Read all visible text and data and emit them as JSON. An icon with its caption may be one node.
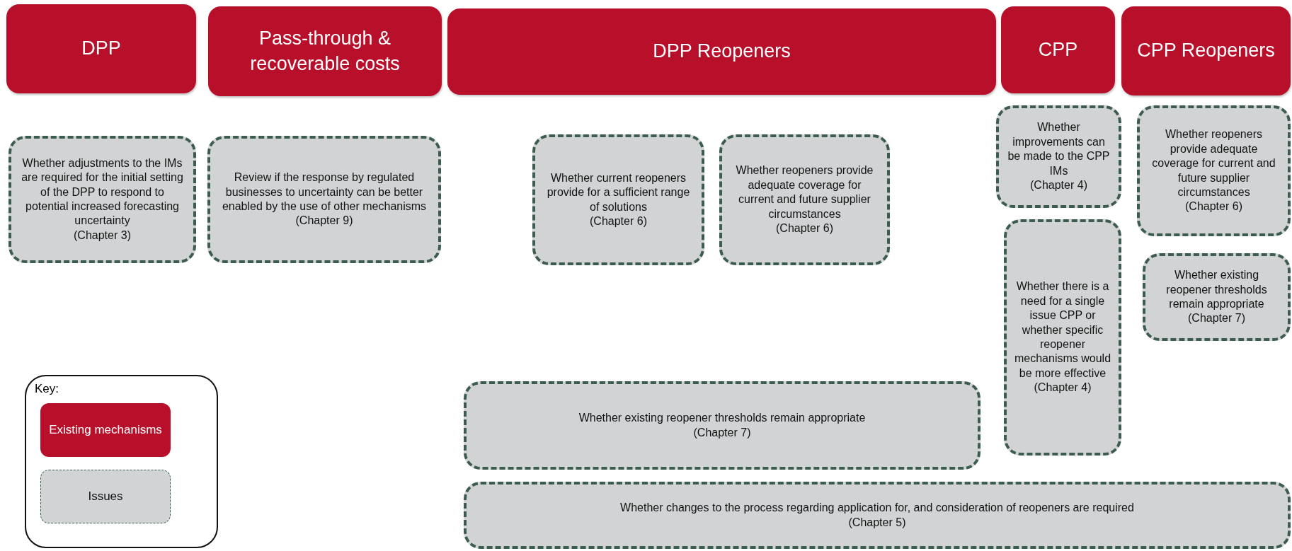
{
  "diagram": {
    "nodes": [
      {
        "text": [
          "DPP"
        ]
      },
      {
        "text": [
          "Pass-through & recoverable costs"
        ]
      },
      {
        "text": [
          "DPP Reopeners"
        ]
      },
      {
        "text": [
          "CPP"
        ]
      },
      {
        "text": [
          "CPP Reopeners"
        ]
      },
      {
        "text": [
          "Whether adjustments to the IMs are required for the initial setting of the DPP to respond to potential increased forecasting uncertainty",
          "(Chapter 3)"
        ]
      },
      {
        "text": [
          "Review if the response by regulated businesses to uncertainty can be better enabled by the use of other mechanisms",
          "(Chapter 9)"
        ]
      },
      {
        "text": [
          "Whether current reopeners provide for a sufficient range of solutions",
          "(Chapter 6)"
        ]
      },
      {
        "text": [
          "Whether reopeners provide adequate coverage for current and future supplier circumstances",
          "(Chapter 6)"
        ]
      },
      {
        "text": [
          "Whether improvements can be made to the CPP IMs",
          "(Chapter 4)"
        ]
      },
      {
        "text": [
          "Whether there is a need for a single issue CPP or whether specific reopener mechanisms would be more effective",
          "(Chapter 4)"
        ]
      },
      {
        "text": [
          "Whether reopeners provide adequate coverage for current and future supplier circumstances",
          "(Chapter 6)"
        ]
      },
      {
        "text": [
          "Whether existing reopener thresholds remain appropriate",
          "(Chapter 7)"
        ]
      },
      {
        "text": [
          "Whether existing reopener thresholds remain appropriate",
          "(Chapter 7)"
        ]
      },
      {
        "text": [
          "Whether changes to the process regarding application for, and consideration of reopeners are required",
          "(Chapter 5)"
        ]
      }
    ],
    "labels": [
      "Key:"
    ],
    "legend": [
      {
        "text": "Existing mechanisms",
        "color": "#b80f2a"
      },
      {
        "text": "Issues"
      }
    ]
  }
}
